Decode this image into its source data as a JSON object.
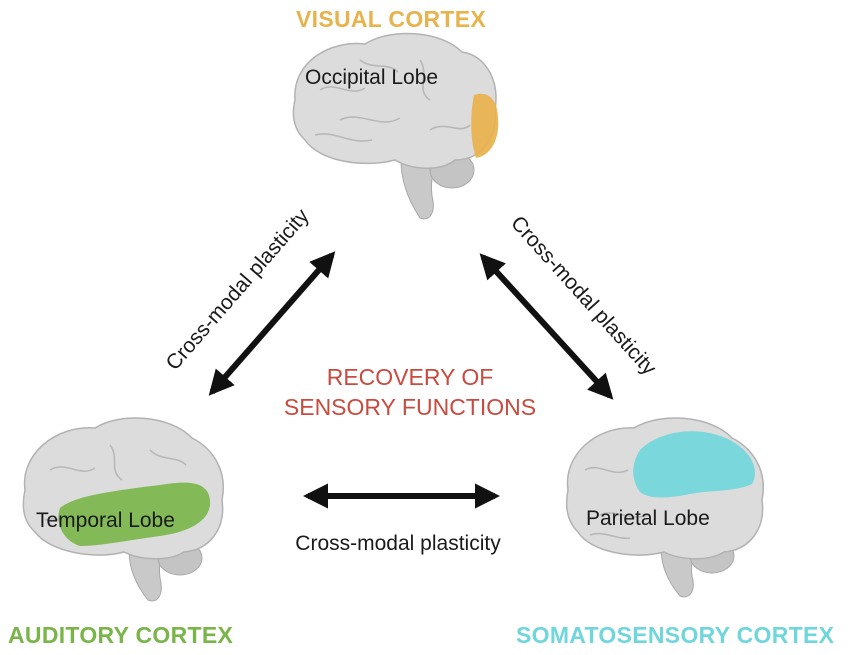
{
  "colors": {
    "visual": "#e8b24c",
    "auditory": "#79b548",
    "somatosensory": "#6fd6dc",
    "center": "#c94a3e",
    "arrow": "#111111",
    "brain": "#d9d9d9"
  },
  "nodes": {
    "visual": {
      "cortex_label": "VISUAL CORTEX",
      "lobe_label": "Occipital Lobe"
    },
    "auditory": {
      "cortex_label": "AUDITORY CORTEX",
      "lobe_label": "Temporal Lobe"
    },
    "somatosensory": {
      "cortex_label": "SOMATOSENSORY CORTEX",
      "lobe_label": "Parietal Lobe"
    }
  },
  "center": {
    "line1": "RECOVERY OF",
    "line2": "SENSORY FUNCTIONS"
  },
  "edges": {
    "left": "Cross-modal plasticity",
    "right": "Cross-modal plasticity",
    "bottom": "Cross-modal plasticity"
  }
}
